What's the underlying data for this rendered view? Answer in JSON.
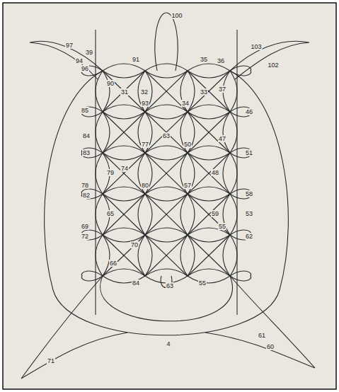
{
  "diagram": {
    "labels": [
      "100",
      "97",
      "39",
      "94",
      "96",
      "91",
      "35",
      "36",
      "103",
      "102",
      "90",
      "31",
      "32",
      "33",
      "37",
      "85",
      "93",
      "34",
      "46",
      "84",
      "63",
      "47",
      "83",
      "77",
      "50",
      "51",
      "79",
      "74",
      "48",
      "78",
      "80",
      "57",
      "82",
      "58",
      "65",
      "59",
      "53",
      "69",
      "55",
      "72",
      "70",
      "62",
      "66",
      "84",
      "63",
      "55",
      "71",
      "61",
      "60",
      "4"
    ]
  }
}
